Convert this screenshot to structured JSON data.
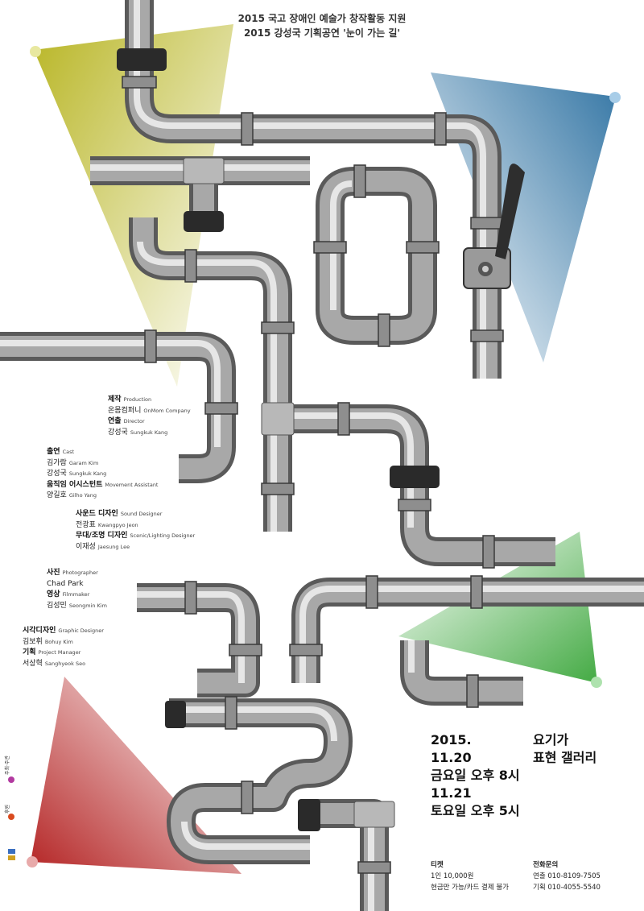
{
  "header": {
    "line1": "2015 국고 장애인 예술가 창작활동 지원",
    "line2": "2015 강성국 기획공연 '눈이 가는 길'"
  },
  "credits": [
    {
      "role_ko": "제작",
      "role_en": "Production",
      "names": [
        {
          "ko": "온몸컴퍼니",
          "en": "OnMom Company"
        }
      ]
    },
    {
      "role_ko": "연출",
      "role_en": "Director",
      "names": [
        {
          "ko": "강성국",
          "en": "Sungkuk Kang"
        }
      ]
    },
    {
      "role_ko": "출연",
      "role_en": "Cast",
      "names": [
        {
          "ko": "김가람",
          "en": "Garam Kim"
        },
        {
          "ko": "강성국",
          "en": "Sungkuk Kang"
        }
      ]
    },
    {
      "role_ko": "움직임 어시스턴트",
      "role_en": "Movement Assistant",
      "names": [
        {
          "ko": "양길호",
          "en": "Gilho Yang"
        }
      ]
    },
    {
      "role_ko": "사운드 디자인",
      "role_en": "Sound Designer",
      "names": [
        {
          "ko": "전광표",
          "en": "Kwangpyo Jeon"
        }
      ]
    },
    {
      "role_ko": "무대/조명 디자인",
      "role_en": "Scenic/Lighting Designer",
      "names": [
        {
          "ko": "이재성",
          "en": "Jaesung Lee"
        }
      ]
    },
    {
      "role_ko": "사진",
      "role_en": "Photographer",
      "names": [
        {
          "ko": "Chad Park",
          "en": ""
        }
      ]
    },
    {
      "role_ko": "영상",
      "role_en": "Filmmaker",
      "names": [
        {
          "ko": "김성민",
          "en": "Seongmin Kim"
        }
      ]
    },
    {
      "role_ko": "시각디자인",
      "role_en": "Graphic Designer",
      "names": [
        {
          "ko": "김보휘",
          "en": "Bohuy Kim"
        }
      ]
    },
    {
      "role_ko": "기획",
      "role_en": "Project Manager",
      "names": [
        {
          "ko": "서상혁",
          "en": "Sanghyeok Seo"
        }
      ]
    }
  ],
  "event": {
    "year": "2015.",
    "date1": "11.20",
    "time1": "금요일 오후 8시",
    "date2": "11.21",
    "time2": "토요일 오후 5시",
    "venue_line1": "요기가",
    "venue_line2": "표현 갤러리"
  },
  "ticket": {
    "label": "티켓",
    "price": "1인 10,000원",
    "payment": "현금만 가능/카드 결제 불가"
  },
  "contact": {
    "label": "전화문의",
    "direction": "연출 010-8109-7505",
    "planning": "기획 010-4055-5540"
  },
  "sponsors": {
    "host_label": "주최·주관",
    "support_label": "후원"
  },
  "colors": {
    "yellow_light": "#b5b21a",
    "blue_light": "#2a6fa0",
    "green_light": "#3aa63a",
    "red_light": "#b01818",
    "pipe_dark": "#5a5a5a",
    "pipe_mid": "#a8a8a8",
    "pipe_light": "#e6e6e6"
  }
}
